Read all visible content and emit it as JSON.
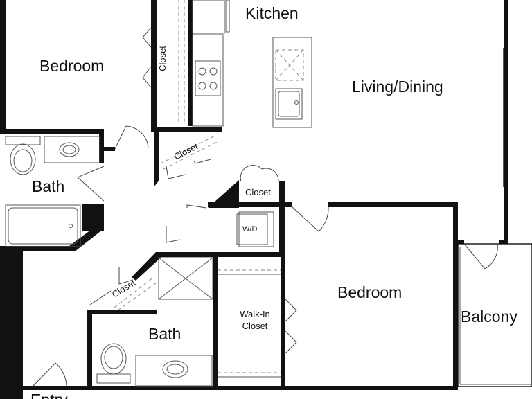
{
  "rooms": {
    "kitchen": "Kitchen",
    "living_dining": "Living/Dining",
    "bedroom_1": "Bedroom",
    "bedroom_2": "Bedroom",
    "bath_1": "Bath",
    "bath_2": "Bath",
    "balcony": "Balcony",
    "closet_1": "Closet",
    "closet_2": "Closet",
    "closet_3": "Closet",
    "closet_4": "Closet",
    "walk_in_closet": "Walk-In Closet",
    "laundry": "W/D",
    "entry": "Entry"
  }
}
